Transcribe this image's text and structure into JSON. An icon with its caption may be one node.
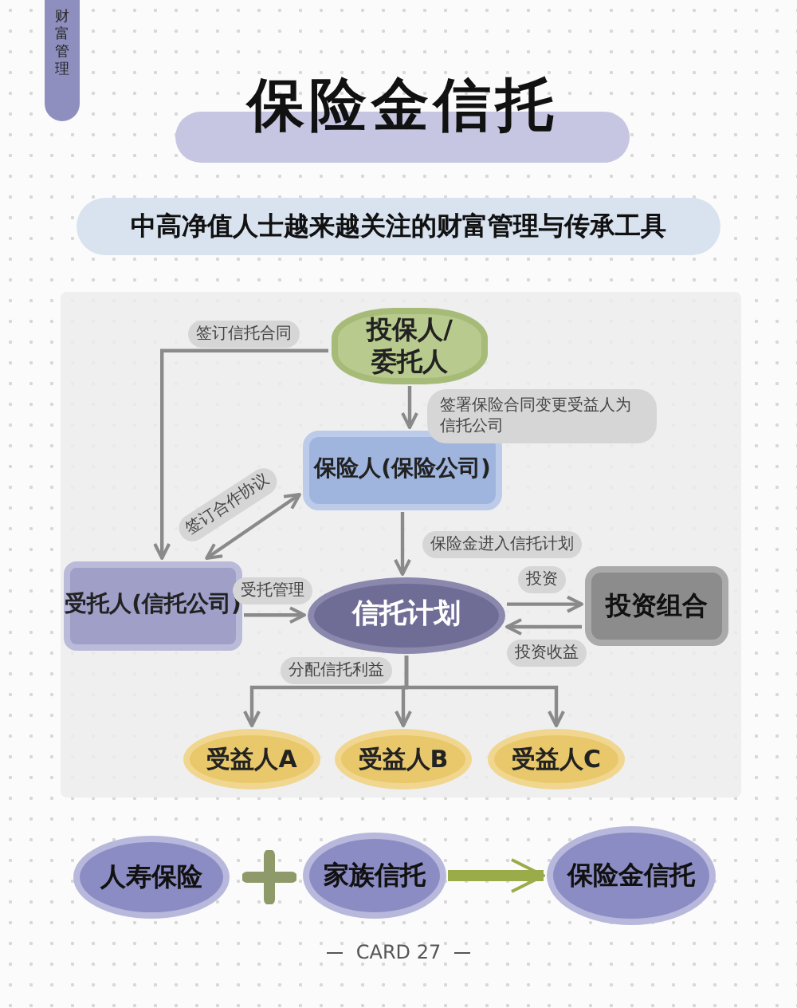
{
  "diagram": {
    "title": "保险金信托",
    "nodes": [
      {
        "text": [
          "投保人/委托人"
        ]
      },
      {
        "text": [
          "保险人(保险公司)"
        ]
      },
      {
        "text": [
          "受托人(信托公司)"
        ]
      },
      {
        "text": [
          "信托计划"
        ]
      },
      {
        "text": [
          "投资组合"
        ]
      },
      {
        "text": [
          "受益人A"
        ]
      },
      {
        "text": [
          "受益人B"
        ]
      },
      {
        "text": [
          "受益人C"
        ]
      },
      {
        "text": [
          "人寿保险"
        ]
      },
      {
        "text": [
          "家族信托"
        ]
      },
      {
        "text": [
          "保险金信托"
        ]
      }
    ],
    "edges": [
      {
        "from": 0,
        "to": 1,
        "arrow": "to",
        "label": "签署保险合同变更受益人为信托公司"
      },
      {
        "from": 0,
        "to": 2,
        "arrow": "to",
        "label": "签订信托合同"
      },
      {
        "from": 2,
        "to": 1,
        "arrow": "both",
        "label": "签订合作协议"
      },
      {
        "from": 1,
        "to": 3,
        "arrow": "to",
        "label": "保险金进入信托计划"
      },
      {
        "from": 2,
        "to": 3,
        "arrow": "to",
        "label": "受托管理"
      },
      {
        "from": 3,
        "to": 4,
        "arrow": "to",
        "label": "投资"
      },
      {
        "from": 4,
        "to": 3,
        "arrow": "to",
        "label": "投资收益"
      },
      {
        "from": 3,
        "to": 5,
        "arrow": "to",
        "label": "分配信托利益"
      },
      {
        "from": 3,
        "to": 6,
        "arrow": "to"
      },
      {
        "from": 3,
        "to": 7,
        "arrow": "to"
      },
      {
        "from": 9,
        "to": 10,
        "arrow": "to",
        "style": "thick",
        "color": "#9aab4a"
      }
    ],
    "labels": [
      "财富管理",
      "中高净值人士越来越关注的财富管理与传承工具",
      "CARD 27"
    ]
  }
}
